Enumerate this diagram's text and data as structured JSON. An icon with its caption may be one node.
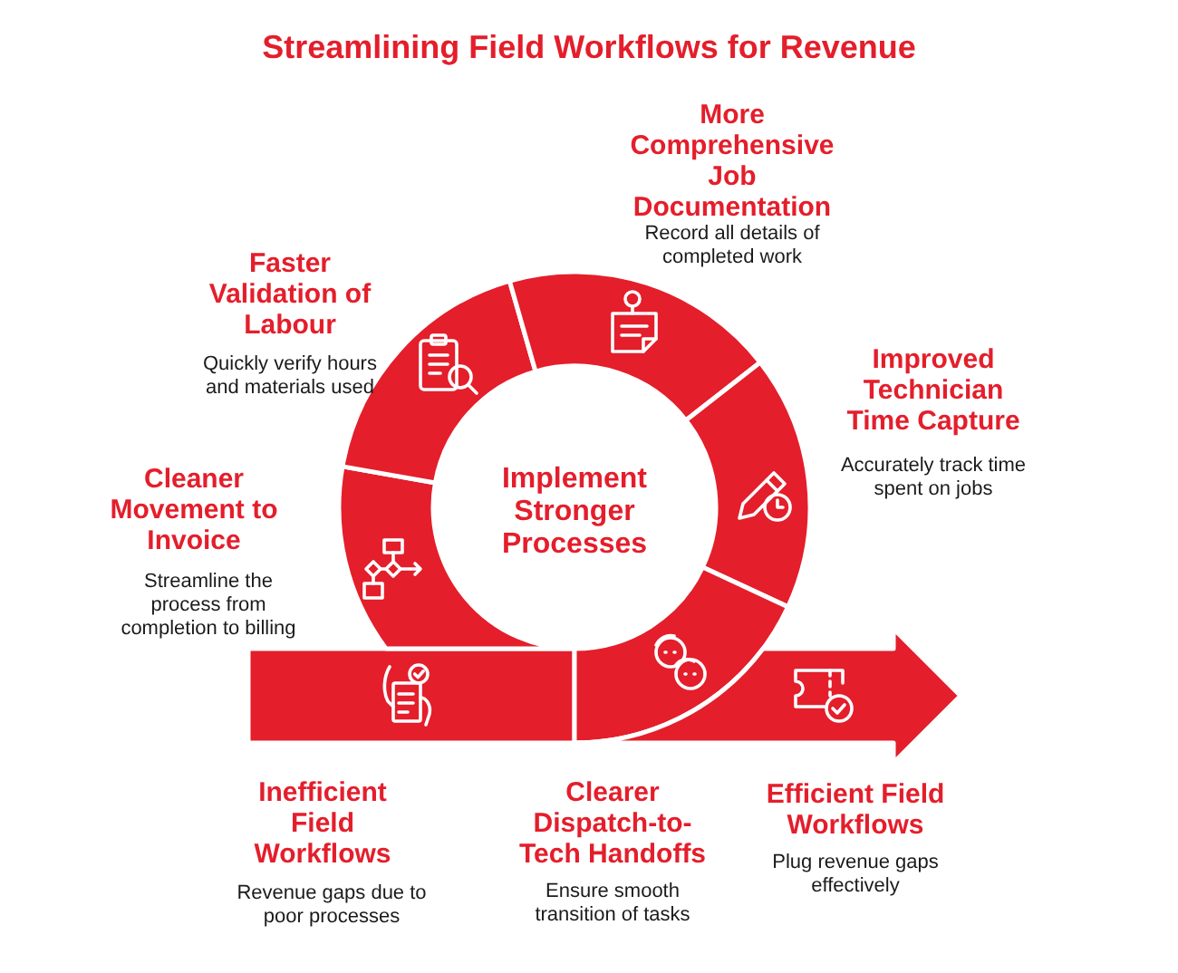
{
  "diagram": {
    "title": "Streamlining Field Workflows for Revenue",
    "nodes": [
      {
        "text": [
          "Inefficient Field Workflows",
          "Revenue gaps due to poor processes"
        ]
      },
      {
        "text": [
          "Cleaner Movement to Invoice",
          "Streamline the process from completion to billing"
        ]
      },
      {
        "text": [
          "Faster Validation of Labour",
          "Quickly verify hours and materials used"
        ]
      },
      {
        "text": [
          "More Comprehensive Job Documentation",
          "Record all details of completed work"
        ]
      },
      {
        "text": [
          "Improved Technician Time Capture",
          "Accurately track time spent on jobs"
        ]
      },
      {
        "text": [
          "Clearer Dispatch-to-Tech Handoffs",
          "Ensure smooth transition of tasks"
        ]
      },
      {
        "text": [
          "Efficient Field Workflows",
          "Plug revenue gaps effectively"
        ]
      }
    ],
    "labels": [
      "Implement Stronger Processes"
    ]
  }
}
